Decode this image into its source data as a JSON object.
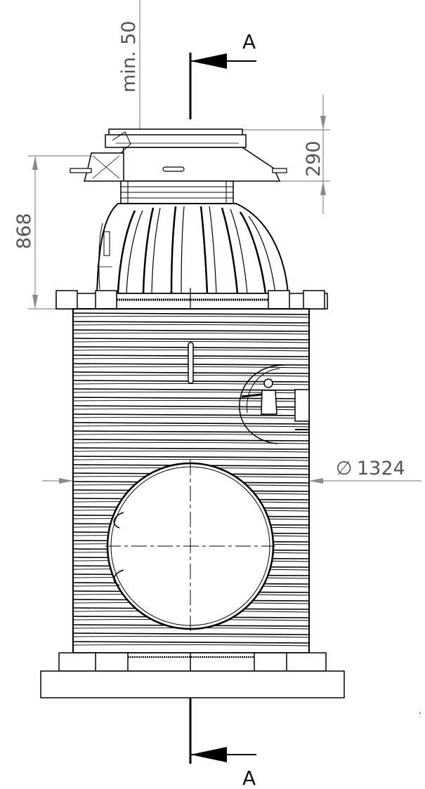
{
  "drawing": {
    "dimensions": {
      "min_clearance": "min. 50",
      "neck_height": "290",
      "dome_height": "868",
      "tank_diameter": "1324",
      "diameter_symbol": "∅"
    },
    "section_marks": {
      "top": "A",
      "bottom": "A"
    },
    "colors": {
      "line": "#000000",
      "dimension": "#8a8a8a",
      "background": "#ffffff"
    }
  }
}
